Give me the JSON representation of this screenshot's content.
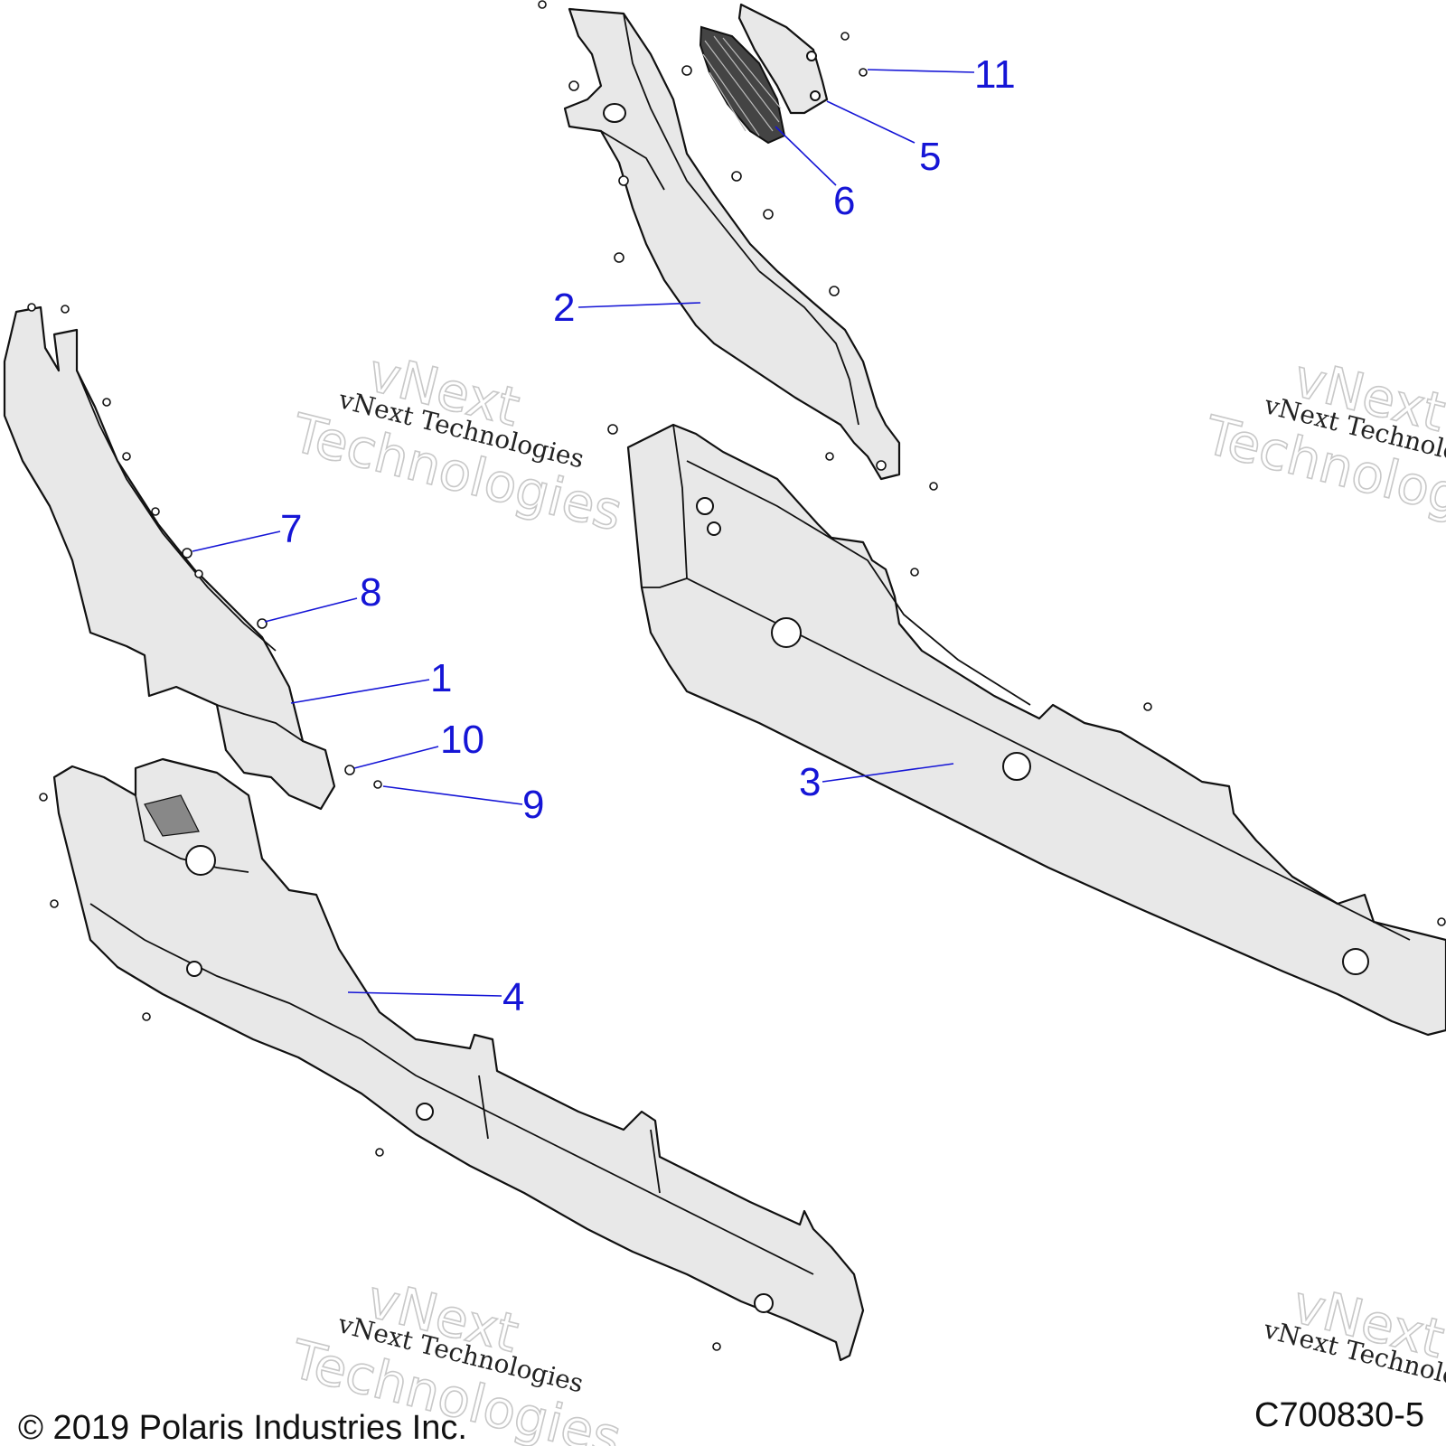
{
  "callouts": [
    {
      "id": "1",
      "label": "1"
    },
    {
      "id": "2",
      "label": "2"
    },
    {
      "id": "3",
      "label": "3"
    },
    {
      "id": "4",
      "label": "4"
    },
    {
      "id": "5",
      "label": "5"
    },
    {
      "id": "6",
      "label": "6"
    },
    {
      "id": "7",
      "label": "7"
    },
    {
      "id": "8",
      "label": "8"
    },
    {
      "id": "9",
      "label": "9"
    },
    {
      "id": "10",
      "label": "10"
    },
    {
      "id": "11",
      "label": "11"
    }
  ],
  "watermark": {
    "brand_line": "vNext Technologies",
    "big_word_1": "vNext",
    "big_word_2": "Technologies",
    "partial_line": "vNext Technologies",
    "partial_big_1": "vNext",
    "partial_big_2": "Technologies"
  },
  "footer": {
    "copyright": "© 2019 Polaris Industries Inc.",
    "figure_code": "C700830-5"
  },
  "colors": {
    "callout": "#1515d6",
    "line": "#111111",
    "part_fill": "#e8e8e8"
  }
}
